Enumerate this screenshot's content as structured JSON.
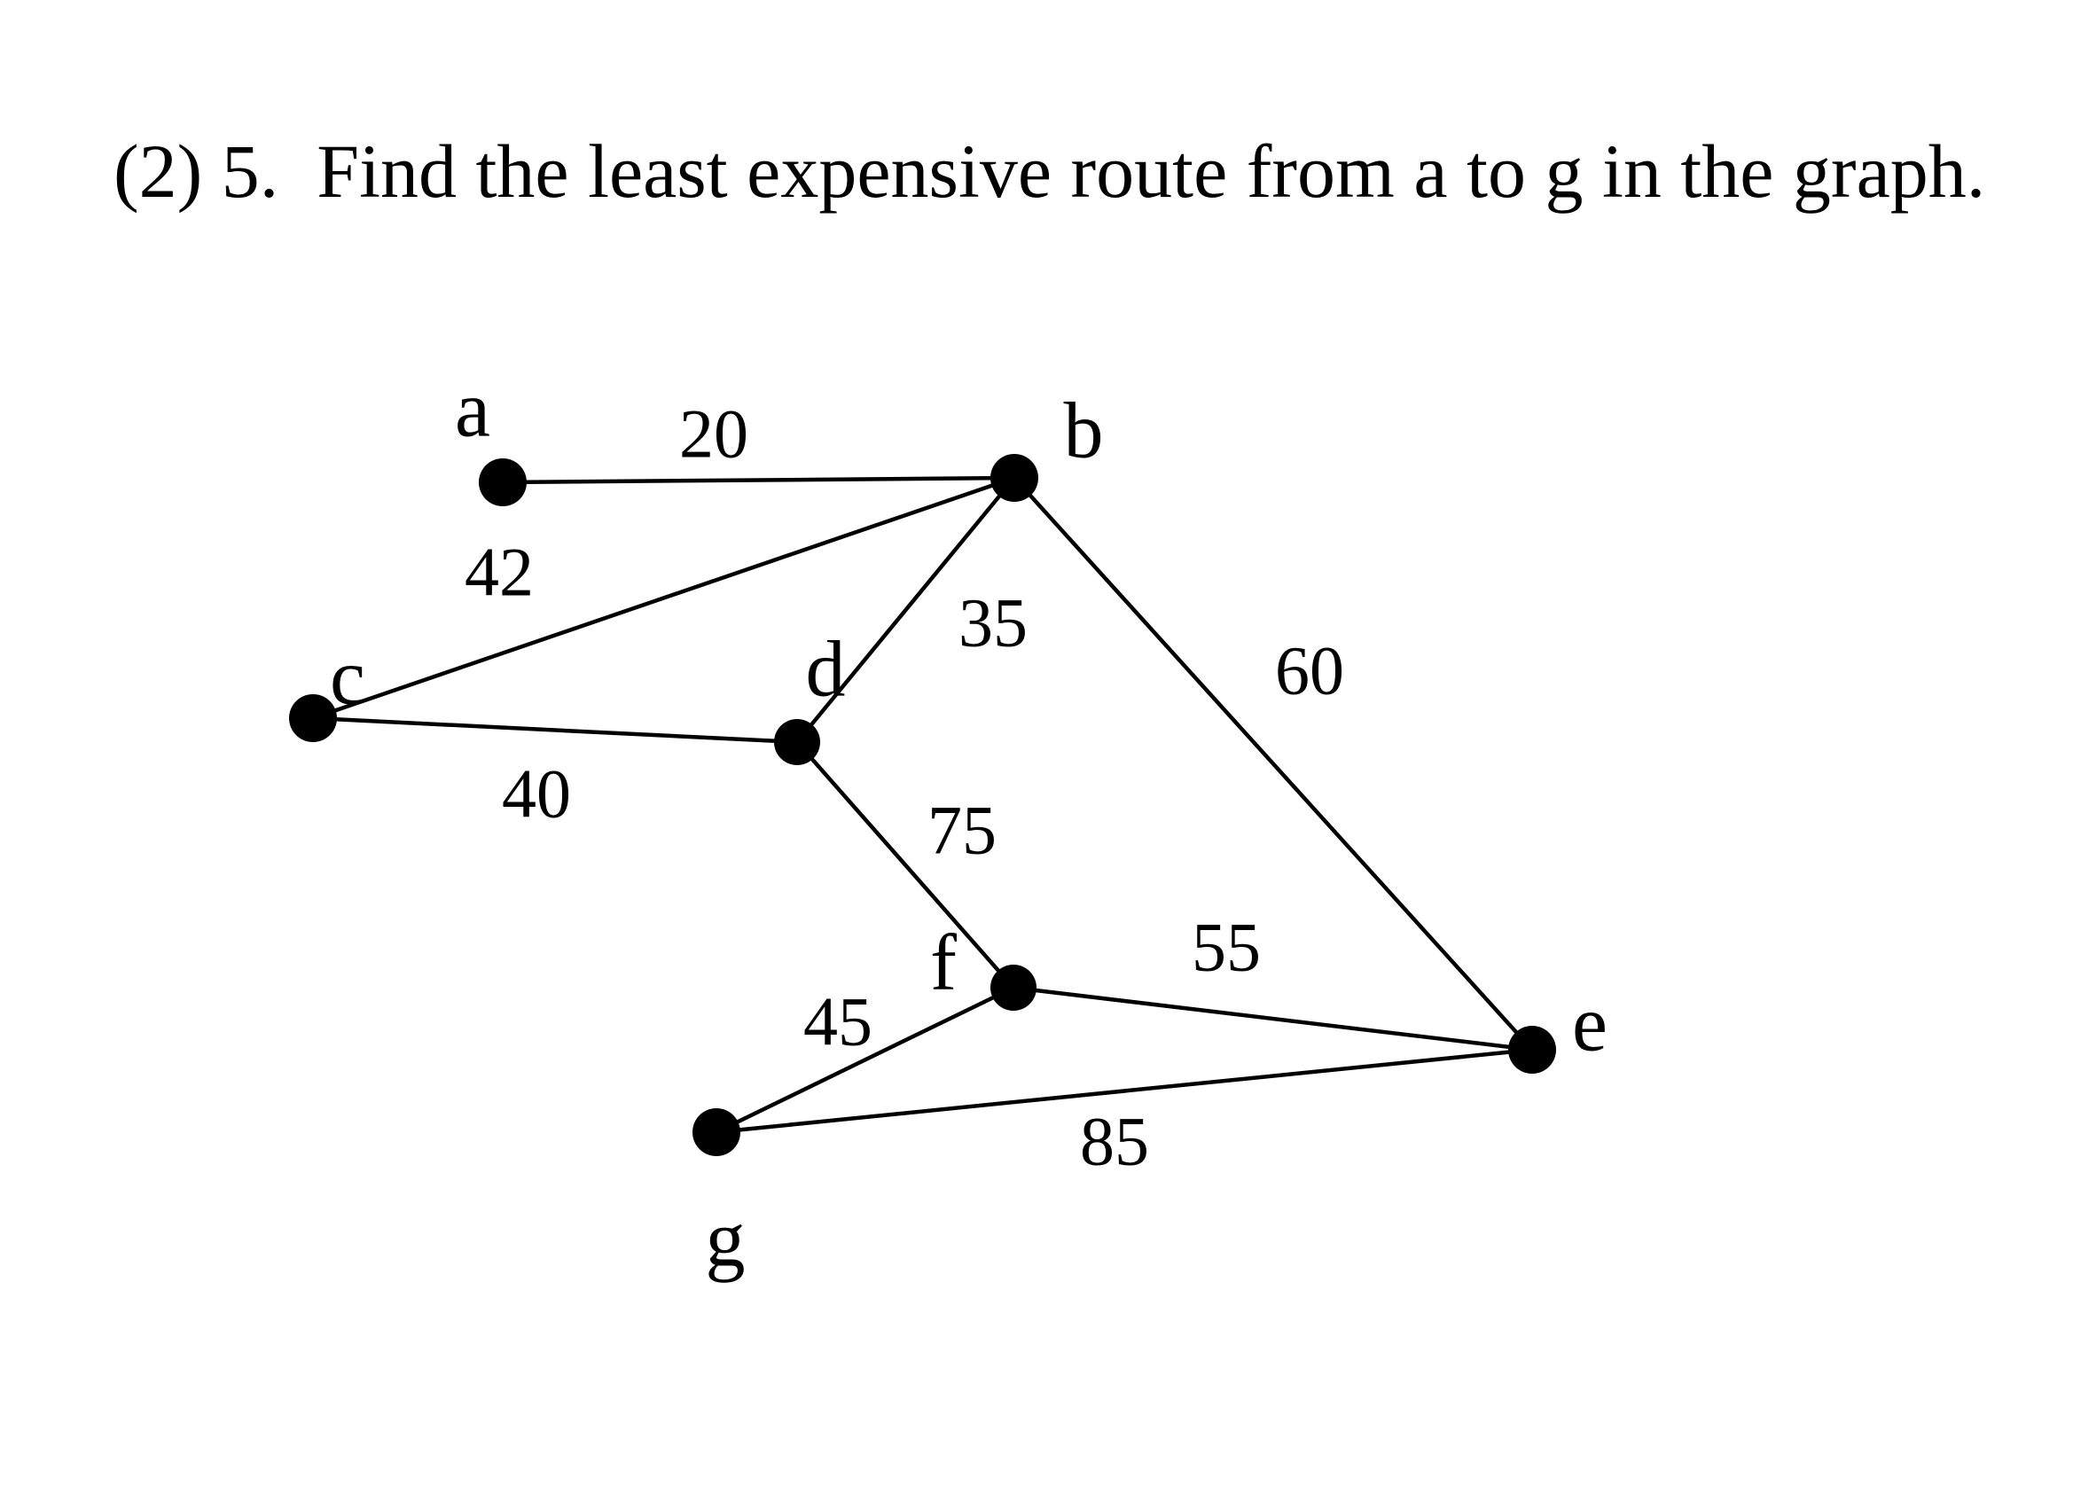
{
  "title": "(2) 5.  Find the least expensive route from a to g in the graph.",
  "graph": {
    "nodes": [
      {
        "id": "a",
        "label": "a"
      },
      {
        "id": "b",
        "label": "b"
      },
      {
        "id": "c",
        "label": "c"
      },
      {
        "id": "d",
        "label": "d"
      },
      {
        "id": "e",
        "label": "e"
      },
      {
        "id": "f",
        "label": "f"
      },
      {
        "id": "g",
        "label": "g"
      }
    ],
    "edges": [
      {
        "from": "a",
        "to": "b",
        "weight": "20"
      },
      {
        "from": "b",
        "to": "c",
        "weight": "42"
      },
      {
        "from": "b",
        "to": "d",
        "weight": "35"
      },
      {
        "from": "b",
        "to": "e",
        "weight": "60"
      },
      {
        "from": "c",
        "to": "d",
        "weight": "40"
      },
      {
        "from": "d",
        "to": "f",
        "weight": "75"
      },
      {
        "from": "f",
        "to": "e",
        "weight": "55"
      },
      {
        "from": "f",
        "to": "g",
        "weight": "45"
      },
      {
        "from": "g",
        "to": "e",
        "weight": "85"
      }
    ]
  },
  "colors": {
    "ink": "#000000",
    "background": "#ffffff"
  }
}
